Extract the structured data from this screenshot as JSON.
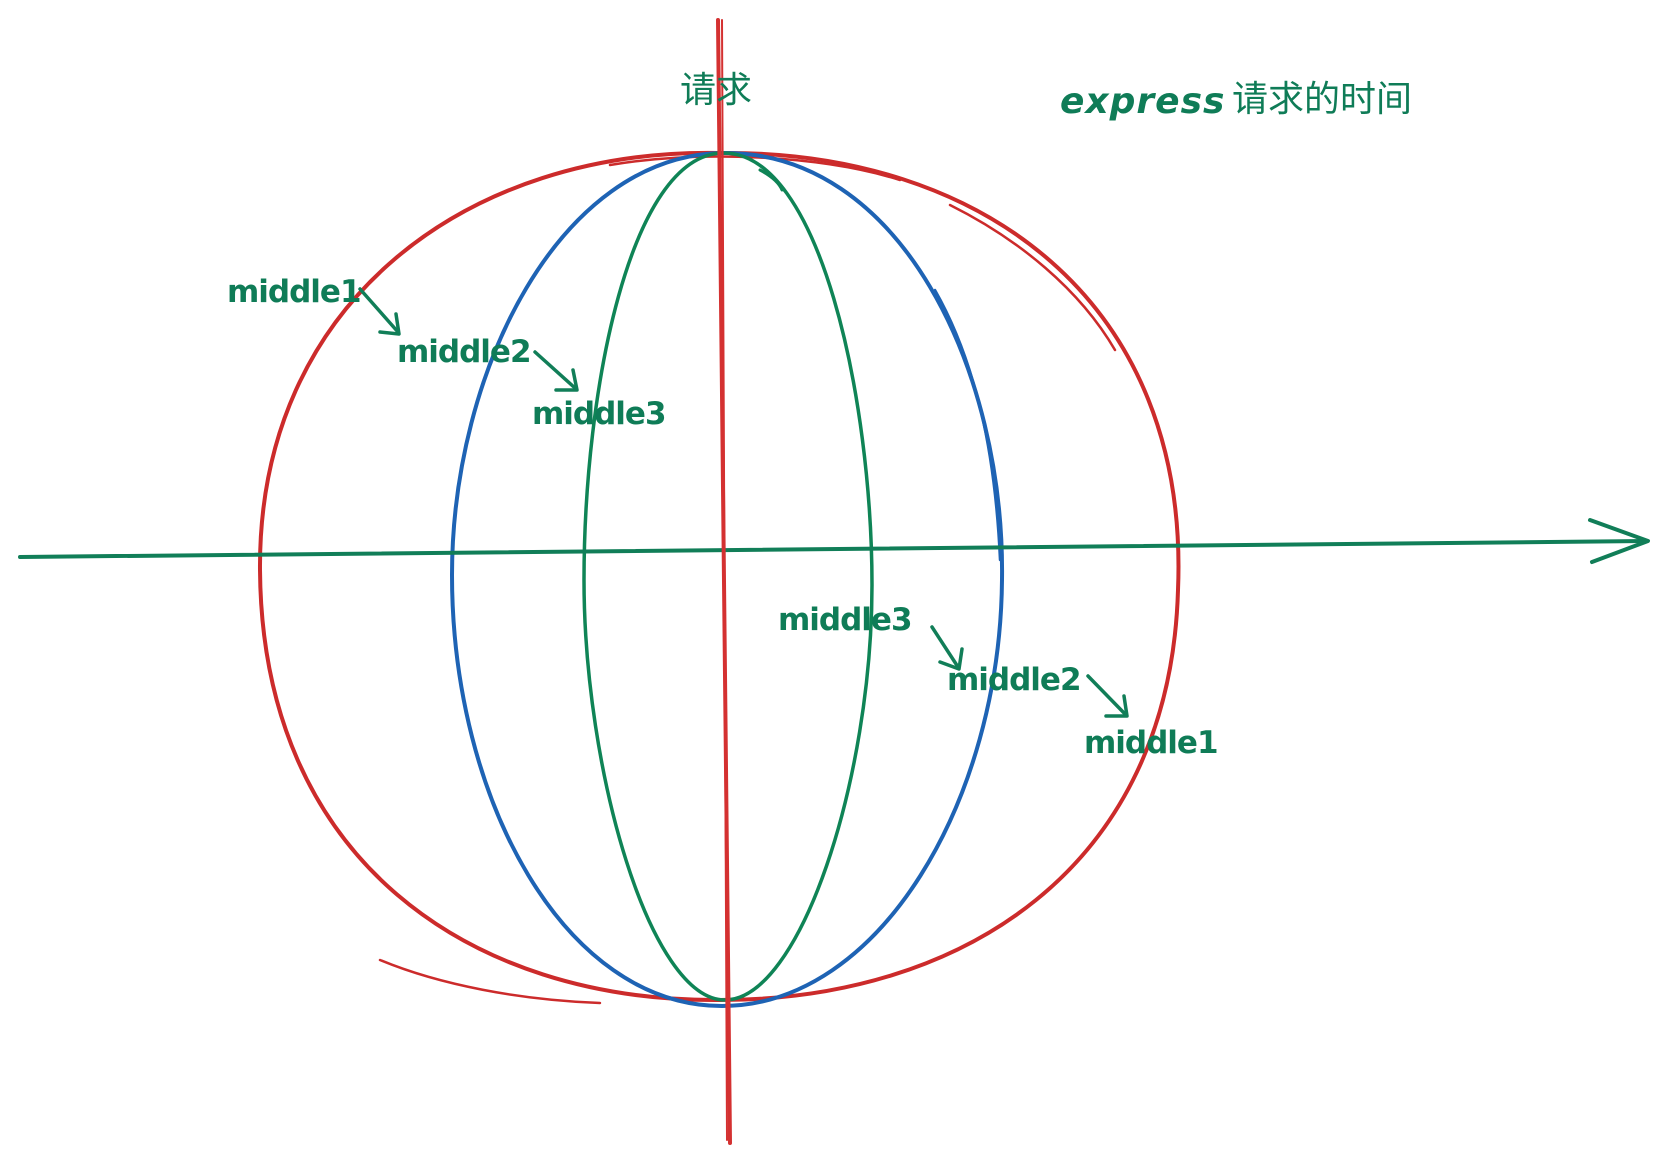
{
  "colors": {
    "outer_ellipse": "#cc2b2b",
    "middle_ellipse": "#1e63b4",
    "inner_ellipse": "#0f8456",
    "vertical_axis": "#d43131",
    "horizontal_axis": "#117e58",
    "text": "#0f7c57",
    "arrow": "#117e58"
  },
  "labels": {
    "axis_top": "请求",
    "caption_en": "express",
    "caption_zh": "请求的时间",
    "upper_left": [
      "middle1",
      "middle2",
      "middle3"
    ],
    "lower_right": [
      "middle3",
      "middle2",
      "middle1"
    ]
  }
}
